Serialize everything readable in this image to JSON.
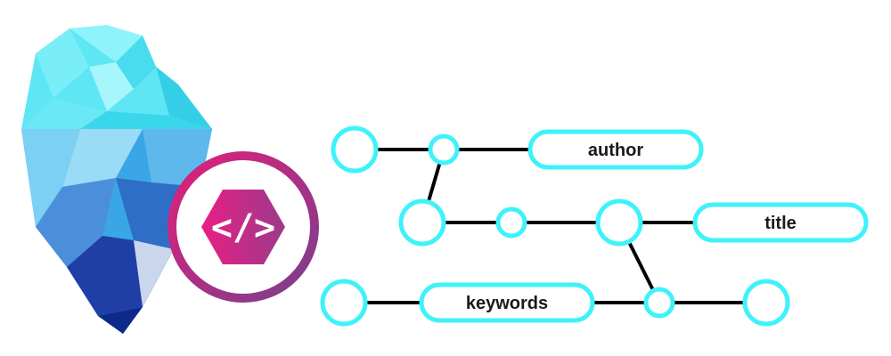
{
  "badge": {
    "code_symbol": "</>",
    "ring_gradient": [
      "#e0207a",
      "#7a3f8e"
    ],
    "hex_gradient": [
      "#e81f84",
      "#9c3a8c"
    ]
  },
  "iceberg": {
    "above_water_color": "#5fe6f4",
    "below_water_color": "#0d2a8a"
  },
  "graph": {
    "node_color": "#3ff2fa",
    "edge_color": "#000000",
    "labels": {
      "author": "author",
      "title": "title",
      "keywords": "keywords"
    }
  }
}
